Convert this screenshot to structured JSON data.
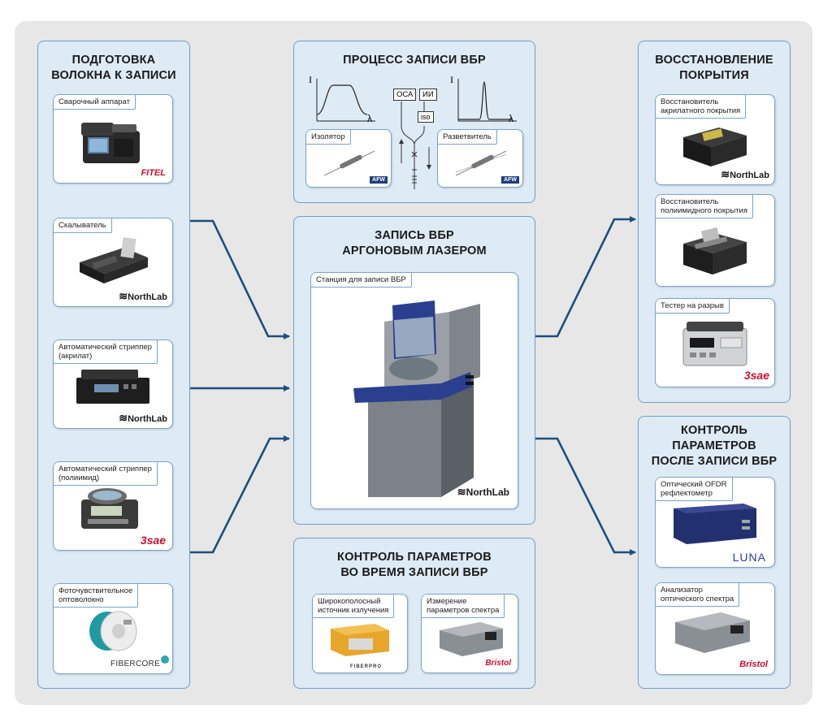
{
  "panels": {
    "prep": {
      "title": "ПОДГОТОВКА\nВОЛОКНА К ЗАПИСИ",
      "cards": [
        {
          "label": "Сварочный аппарат",
          "brand": "FITEL"
        },
        {
          "label": "Скалыватель",
          "brand": "NorthLab"
        },
        {
          "label": "Автоматический стриппер\n(акрилат)",
          "brand": "NorthLab"
        },
        {
          "label": "Автоматический стриппер\n(полиимид)",
          "brand": "3sae"
        },
        {
          "label": "Фоточувствительное\nоптоволокно",
          "brand": "FIBERCORE"
        }
      ]
    },
    "process": {
      "title": "ПРОЦЕСС ЗАПИСИ ВБР",
      "axis_i": "I",
      "axis_lambda": "λ",
      "box_osa": "ОСА",
      "box_ii": "ИИ",
      "box_iso": "iso",
      "card_left": {
        "label": "Изолятор",
        "brand": "AFW"
      },
      "card_right": {
        "label": "Разветвитель",
        "brand": "AFW"
      }
    },
    "center": {
      "title": "ЗАПИСЬ ВБР\nАРГОНОВЫМ ЛАЗЕРОМ",
      "card": {
        "label": "Станция для записи ВБР",
        "brand": "NorthLab"
      }
    },
    "monitor": {
      "title": "КОНТРОЛЬ ПАРАМЕТРОВ\nВО ВРЕМЯ ЗАПИСИ ВБР",
      "cards": [
        {
          "label": "Широкополосный\nисточник излучения",
          "brand": "FIBERPRO"
        },
        {
          "label": "Измерение\nпараметров спектра",
          "brand": "Bristol"
        }
      ]
    },
    "recoat": {
      "title": "ВОССТАНОВЛЕНИЕ\nПОКРЫТИЯ",
      "cards": [
        {
          "label": "Восстановитель\nакрилатного покрытия",
          "brand": "NorthLab"
        },
        {
          "label": "Восстановитель\nполиимидного покрытия",
          "brand": ""
        },
        {
          "label": "Тестер на разрыв",
          "brand": "3sae"
        }
      ]
    },
    "post": {
      "title": "КОНТРОЛЬ\nПАРАМЕТРОВ\nПОСЛЕ ЗАПИСИ ВБР",
      "cards": [
        {
          "label": "Оптический OFDR\nрефлектометр",
          "brand": "LUNA"
        },
        {
          "label": "Анализатор\nоптического спектра",
          "brand": "Bristol"
        }
      ]
    }
  },
  "colors": {
    "arrow": "#1d4e7e",
    "panel_bg": "#deeaf4",
    "panel_border": "#6aa0cf",
    "accent_blue": "#2a3f8f"
  }
}
